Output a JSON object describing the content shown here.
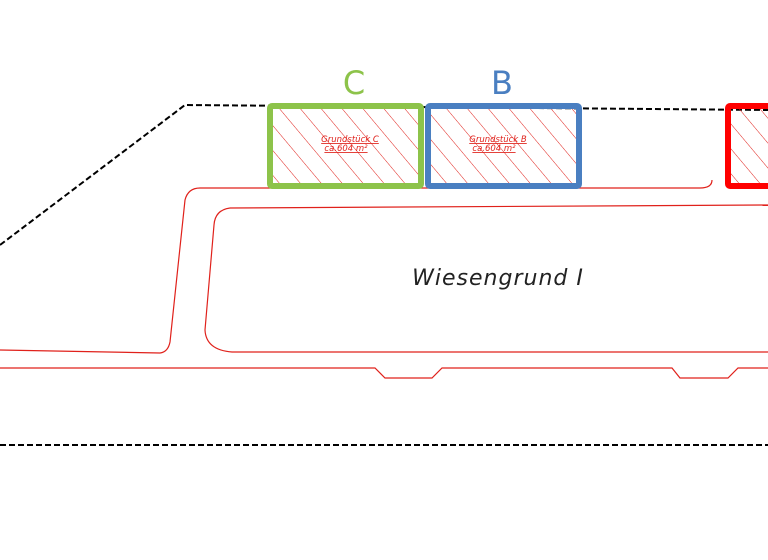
{
  "plots": [
    {
      "letter": "C",
      "name": "Grundstück C",
      "area": "ca.604 m²",
      "color": "#8dc34a"
    },
    {
      "letter": "B",
      "name": "Grundstück B",
      "area": "ca.604 m²",
      "color": "#4a7fc1"
    },
    {
      "letter": "",
      "name": "",
      "area": "",
      "color": "#ff0000"
    }
  ],
  "street_name": "Wiesengrund I",
  "colors": {
    "parcel_lines": "#e0211b",
    "boundary": "#000000",
    "hatch": "#e0211b"
  }
}
